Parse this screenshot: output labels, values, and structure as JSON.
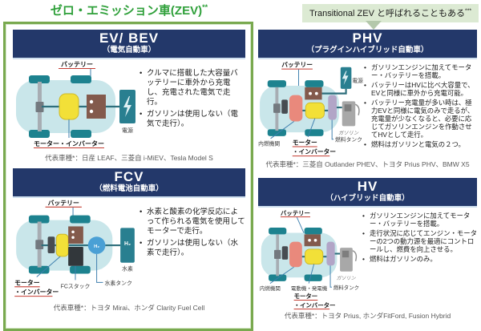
{
  "header": {
    "zev_title_text": "ゼロ・エミッション車(ZEV)",
    "zev_title_sup": "**",
    "transitional_text": "Transitional ZEV と呼ばれることもある",
    "transitional_sup": "***"
  },
  "colors": {
    "header_navy": "#23386a",
    "zev_frame_green": "#79a94f",
    "zev_title_green": "#2fa03a",
    "callout_bg": "#dcead3",
    "underline_red": "#c43b31",
    "car_body_blue": "#c9e6ea",
    "wheel_teal": "#1d828f",
    "motor_yellow": "#f2e038",
    "battery_brown": "#835a4c",
    "station_teal": "#297f90",
    "engine_salmon": "#e9897c",
    "fuel_tank_purple": "#b2a5c7",
    "hydrogen_blue": "#4aa0d5",
    "pump_gray": "#a8a8a8"
  },
  "ev": {
    "title": "EV/ BEV",
    "subtitle": "（電気自動車）",
    "bullets": [
      "クルマに搭載した大容量バッテリーに車外から充電し、充電された電気で走行。",
      "ガソリンは使用しない（電気で走行）。"
    ],
    "rep": "代表車種*：日産 LEAF、三菱自 i-MiEV、Tesla Model S",
    "labels": {
      "battery": "バッテリー",
      "motor": "モーター・インバーター",
      "power": "電源"
    }
  },
  "phv": {
    "title": "PHV",
    "subtitle": "（プラグインハイブリッド自動車）",
    "bullets": [
      "ガソリンエンジンに加えてモーター・バッテリーを搭載。",
      "バッテリーはHVに比べ大容量で、EVと同様に車外から充電可能。",
      "バッテリー充電量が多い時は、極力EVと同様に電気のみで走るが、充電量が少なくなると、必要に応じてガソリンエンジンを作動させてHVとして走行。",
      "燃料はガソリンと電気の２つ。"
    ],
    "rep": "代表車種*：三菱自 Outlander PHEV、トヨタ Prius PHV、BMW X5",
    "labels": {
      "battery": "バッテリー",
      "power": "電源",
      "engine": "内燃機関",
      "motor1": "モーター",
      "motor2": "・インバーター",
      "fuel_tank": "燃料タンク",
      "gasoline": "ガソリン"
    }
  },
  "fcv": {
    "title": "FCV",
    "subtitle": "（燃料電池自動車）",
    "bullets": [
      "水素と酸素の化学反応によって作られる電気を使用してモーターで走行。",
      "ガソリンは使用しない（水素で走行）。"
    ],
    "rep": "代表車種*：トヨタ Mirai、ホンダ Clarity Fuel Cell",
    "labels": {
      "battery": "バッテリー",
      "motor1": "モーター",
      "motor2": "・インバーター",
      "fc_stack": "FCスタック",
      "h2_tank": "水素タンク",
      "h2": "H₂",
      "hydrogen": "水素"
    }
  },
  "hv": {
    "title": "HV",
    "subtitle": "（ハイブリッド自動車）",
    "bullets": [
      "ガソリンエンジンに加えてモーター・バッテリーを搭載。",
      "走行状況に応じてエンジン・モーターの2つの動力源を最適にコントロールし、燃費を向上させる。",
      "燃料はガソリンのみ。"
    ],
    "rep": "代表車種*：トヨタ Prius, ホンダFitFord, Fusion Hybrid",
    "labels": {
      "battery": "バッテリー",
      "engine": "内燃機関",
      "generator": "電動機・発電機",
      "fuel_tank": "燃料タンク",
      "gasoline": "ガソリン",
      "motor1": "モーター",
      "motor2": "・インバーター"
    }
  }
}
